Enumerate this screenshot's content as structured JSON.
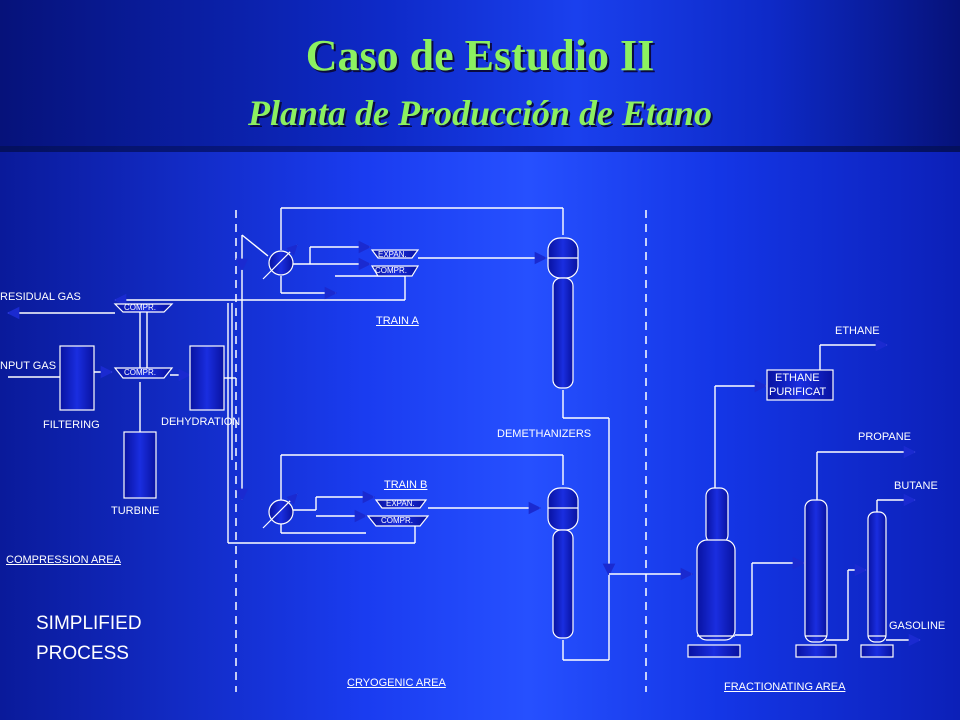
{
  "title": "Caso de Estudio II",
  "subtitle": "Planta de Producción de Etano",
  "side_label": {
    "line1": "SIMPLIFIED",
    "line2": "PROCESS"
  },
  "areas": {
    "compression": "COMPRESSION AREA",
    "cryogenic": "CRYOGENIC AREA",
    "fractionating": "FRACTIONATING AREA"
  },
  "streams": {
    "residual_gas": "RESIDUAL GAS",
    "input_gas": "NPUT GAS",
    "ethane": "ETHANE",
    "propane": "PROPANE",
    "butane": "BUTANE",
    "gasoline": "GASOLINE"
  },
  "units": {
    "filtering": "FILTERING",
    "turbine": "TURBINE",
    "dehydration": "DEHYDRATION",
    "demethanizers": "DEMETHANIZERS",
    "train_a": "TRAIN A",
    "train_b": "TRAIN B",
    "compr": "COMPR.",
    "expan": "EXPAN.",
    "ethane_purif_1": "ETHANE",
    "ethane_purif_2": "PURIFICAT"
  },
  "colors": {
    "title": "#8cf060",
    "line": "#ffffff",
    "equipment": "#0a1ab8",
    "arrow": "#1a2ad0"
  }
}
